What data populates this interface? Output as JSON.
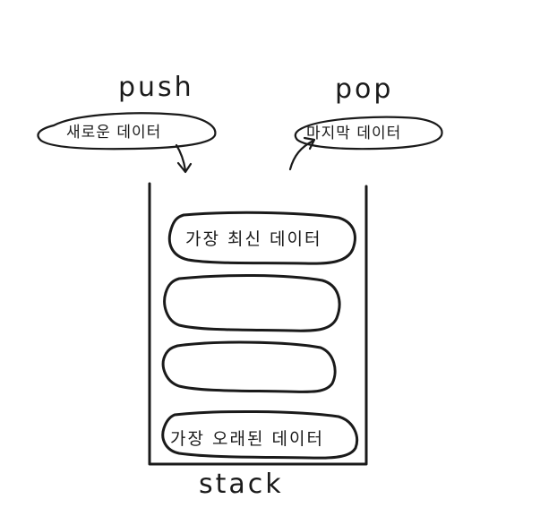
{
  "labels": {
    "push": "push",
    "pop": "pop",
    "stack": "stack"
  },
  "bubbles": {
    "push_bubble": "새로운 데이터",
    "pop_bubble": "마지막 데이터"
  },
  "stack_items": [
    "가장 최신 데이터",
    "",
    "",
    "가장 오래된 데이터"
  ]
}
